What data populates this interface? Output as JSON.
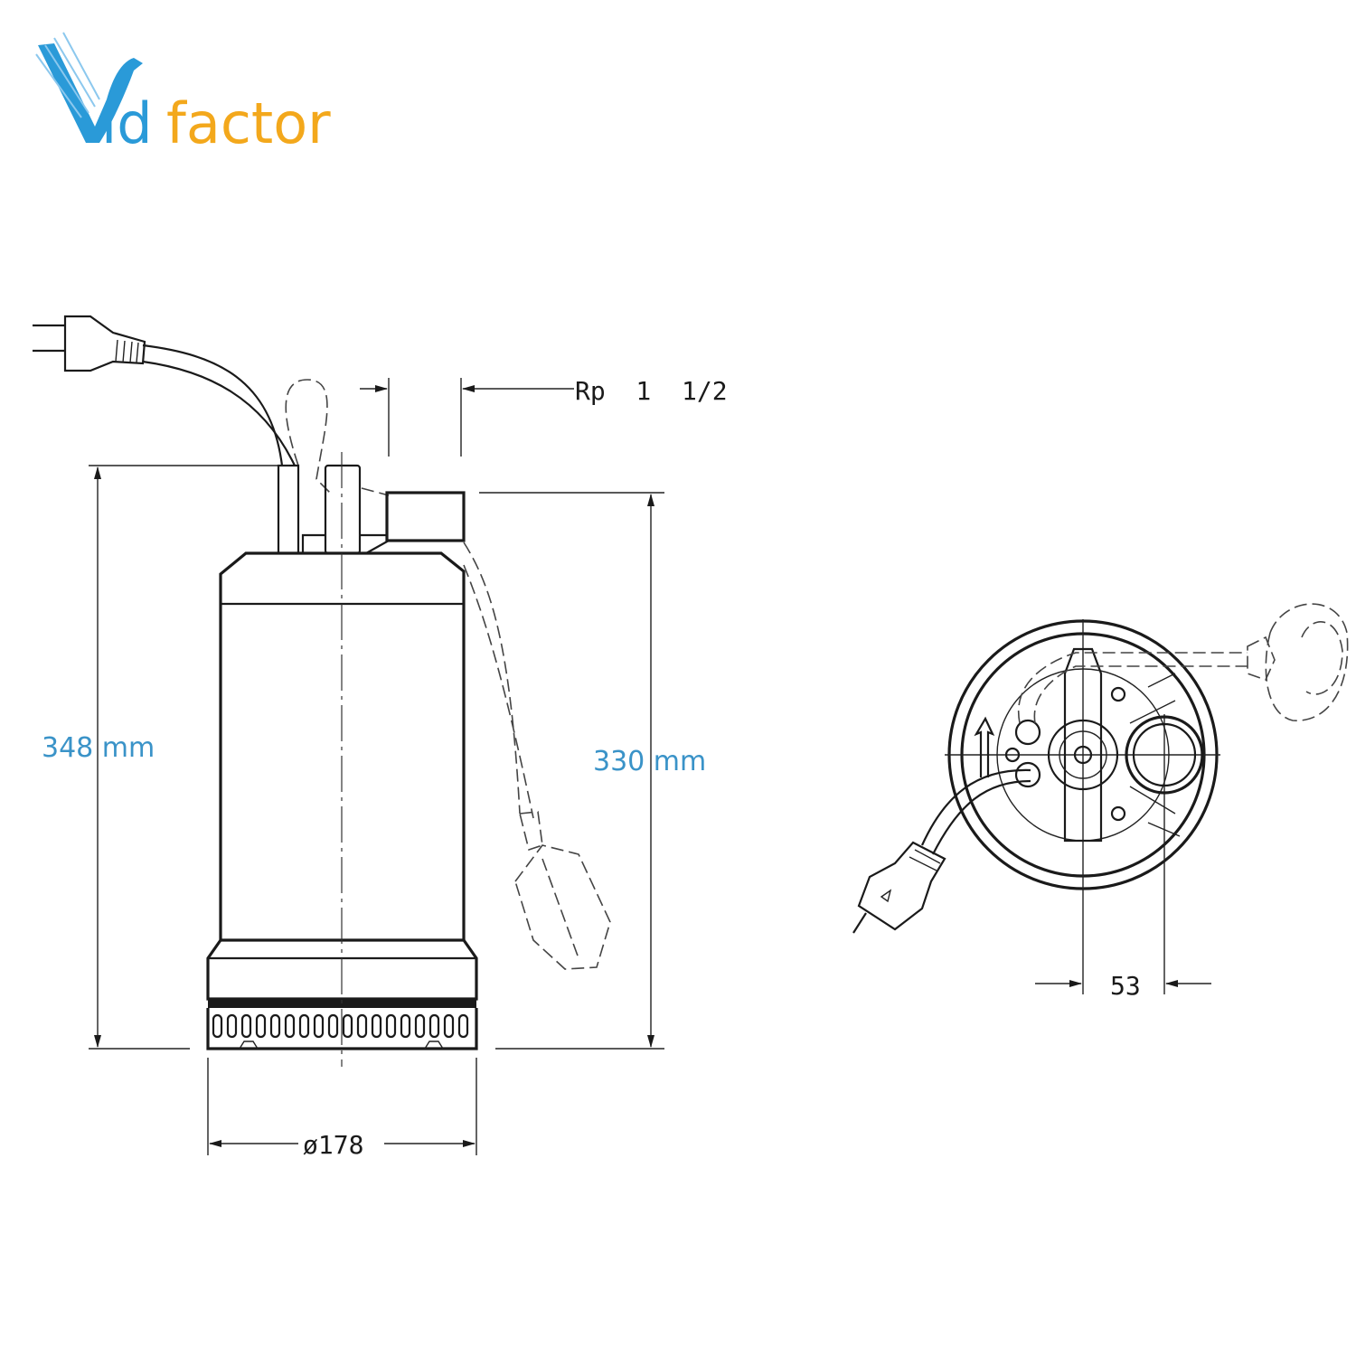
{
  "logo": {
    "brand": "Vidfactor",
    "text_blue": "id",
    "text_orange": "factor",
    "color_blue": "#2a9ad8",
    "color_orange": "#f3a81c"
  },
  "dimensions": {
    "height_total": "348 mm",
    "height_body": "330 mm",
    "outlet_thread": "Rp  1  1/2",
    "diameter": "ø178",
    "outlet_offset": "53"
  },
  "colors": {
    "dimension_label": "#3a93c8",
    "line": "#1a1a1a"
  }
}
